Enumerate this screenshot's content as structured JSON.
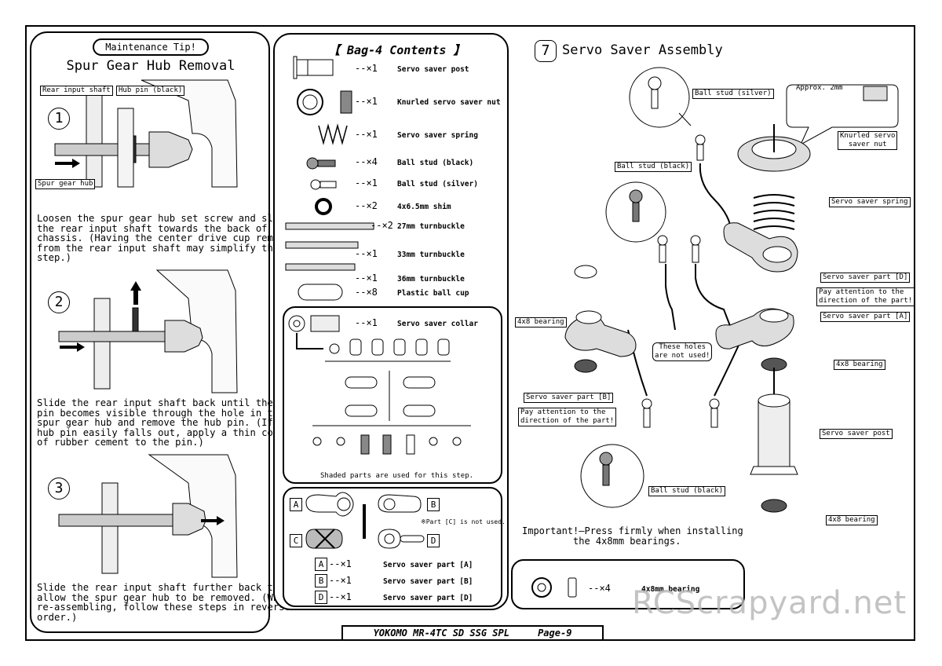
{
  "left_panel": {
    "tip_label": "Maintenance Tip!",
    "title": "Spur Gear Hub Removal",
    "steps": [
      {
        "num": "1",
        "labels": {
          "rear_input_shaft": "Rear input shaft",
          "hub_pin": "Hub pin (black)",
          "spur_gear_hub": "Spur gear hub"
        },
        "text": "Loosen the spur gear hub set screw and slide\nthe rear input shaft towards the back of the\nchassis. (Having the center drive cup removed\nfrom the rear input shaft may simplify this\nstep.)"
      },
      {
        "num": "2",
        "text": "Slide the rear input shaft back until the hub\npin becomes visible through the hole in the\nspur gear hub and remove the hub pin. (If the\nhub pin easily falls out, apply a thin coat\nof rubber cement to the pin.)"
      },
      {
        "num": "3",
        "text": "Slide the rear input shaft further back to\nallow the spur gear hub to be removed. (When\nre-assembling, follow these steps in reverse\norder.)"
      }
    ]
  },
  "bag": {
    "title": "【 Bag-4 Contents 】",
    "items": [
      {
        "qty": "--×1",
        "name": "Servo saver post"
      },
      {
        "qty": "--×1",
        "name": "Knurled servo saver nut"
      },
      {
        "qty": "--×1",
        "name": "Servo saver spring"
      },
      {
        "qty": "--×4",
        "name": "Ball stud (black)"
      },
      {
        "qty": "--×1",
        "name": "Ball stud (silver)"
      },
      {
        "qty": "--×2",
        "name": "4x6.5mm shim"
      },
      {
        "qty": "--×2",
        "name": "27mm turnbuckle"
      },
      {
        "qty": "--×1",
        "name": "33mm turnbuckle"
      },
      {
        "qty": "--×1",
        "name": "36mm turnbuckle"
      },
      {
        "qty": "--×8",
        "name": "Plastic ball cup"
      }
    ],
    "collar": {
      "qty": "--×1",
      "name": "Servo saver collar"
    },
    "shaded_note": "Shaded parts are used for this step.",
    "parts_note": "※Part [C] is not used.",
    "letters": [
      "A",
      "B",
      "C",
      "D"
    ],
    "parts": [
      {
        "letter": "A",
        "qty": "--×1",
        "name": "Servo saver part [A]"
      },
      {
        "letter": "B",
        "qty": "--×1",
        "name": "Servo saver part [B]"
      },
      {
        "letter": "D",
        "qty": "--×1",
        "name": "Servo saver part [D]"
      }
    ]
  },
  "servo": {
    "step_num": "7",
    "title": "Servo Saver Assembly",
    "labels": {
      "ball_stud_silver": "Ball stud (silver)",
      "ball_stud_black_top": "Ball stud (black)",
      "ball_stud_black_bottom": "Ball stud (black)",
      "approx": "Approx. 2mm",
      "knurled_nut": "Knurled servo\nsaver nut",
      "spring": "Servo saver spring",
      "part_d": "Servo saver part [D]",
      "attention_top": "Pay attention to the\ndirection of the part!",
      "part_a": "Servo saver part [A]",
      "bearing_left": "4x8 bearing",
      "holes": "These holes\nare not used!",
      "bearing_right": "4x8 bearing",
      "part_b": "Servo saver part [B]",
      "attention_bottom": "Pay attention to the\ndirection of the part!",
      "post": "Servo saver post",
      "bearing_bottom": "4x8 bearing"
    },
    "important": "Important!—Press firmly when installing\n         the 4x8mm bearings.",
    "bearing_bag": {
      "qty": "--×4",
      "name": "4x8mm bearing"
    }
  },
  "footer": "YOKOMO MR-4TC SD SSG SPL     Page-9",
  "watermark": "RCScrapyard.net"
}
